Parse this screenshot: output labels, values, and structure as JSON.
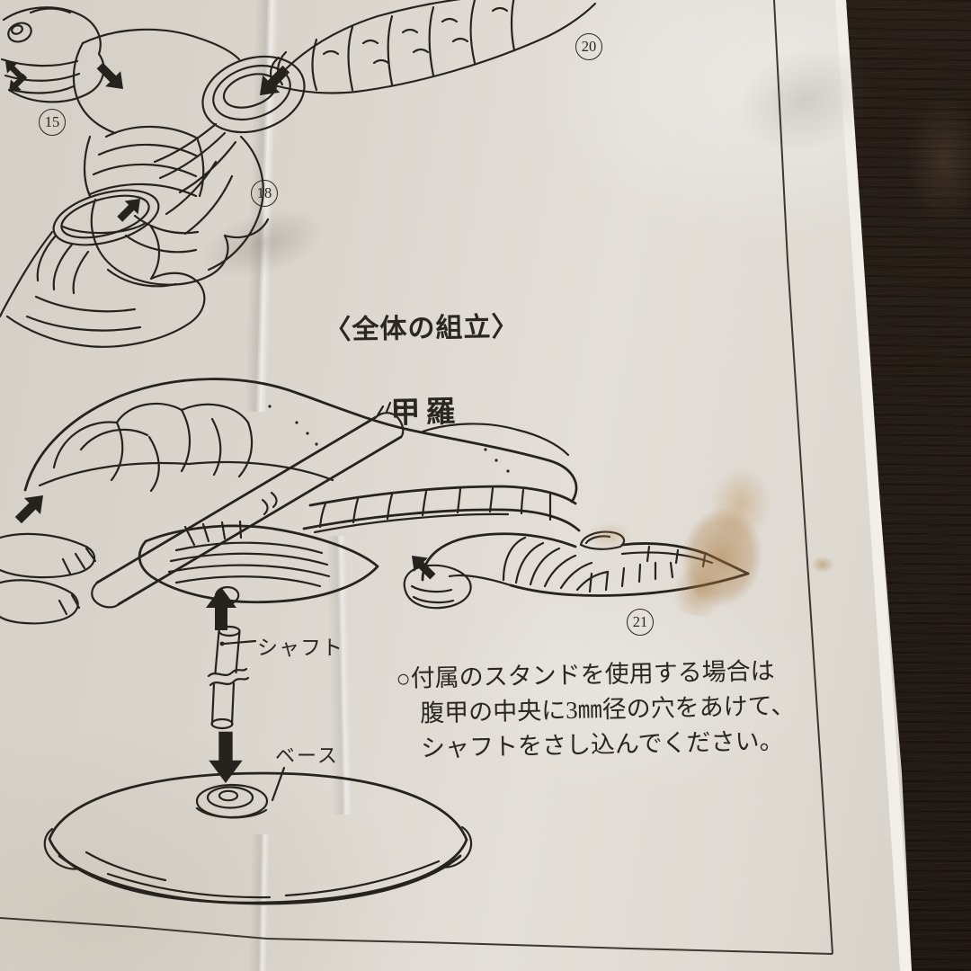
{
  "document": {
    "heading": "〈全体の組立〉",
    "labels": {
      "shell": "甲羅",
      "shaft": "シャフト",
      "base": "ベース"
    },
    "note": {
      "lines": [
        "○付属のスタンドを使用する場合は",
        "腹甲の中央に3㎜径の穴をあけて、",
        "シャフトをさし込んでください。"
      ]
    },
    "part_numbers": {
      "upper_arm": "15",
      "forearm": "18",
      "tail": "20",
      "rear_shell": "21"
    }
  },
  "colors": {
    "paper": "#dedad2",
    "ink": "#26231f",
    "wood": "#241c16",
    "stain": "#a8763a",
    "printed_border": "#3b3731"
  }
}
